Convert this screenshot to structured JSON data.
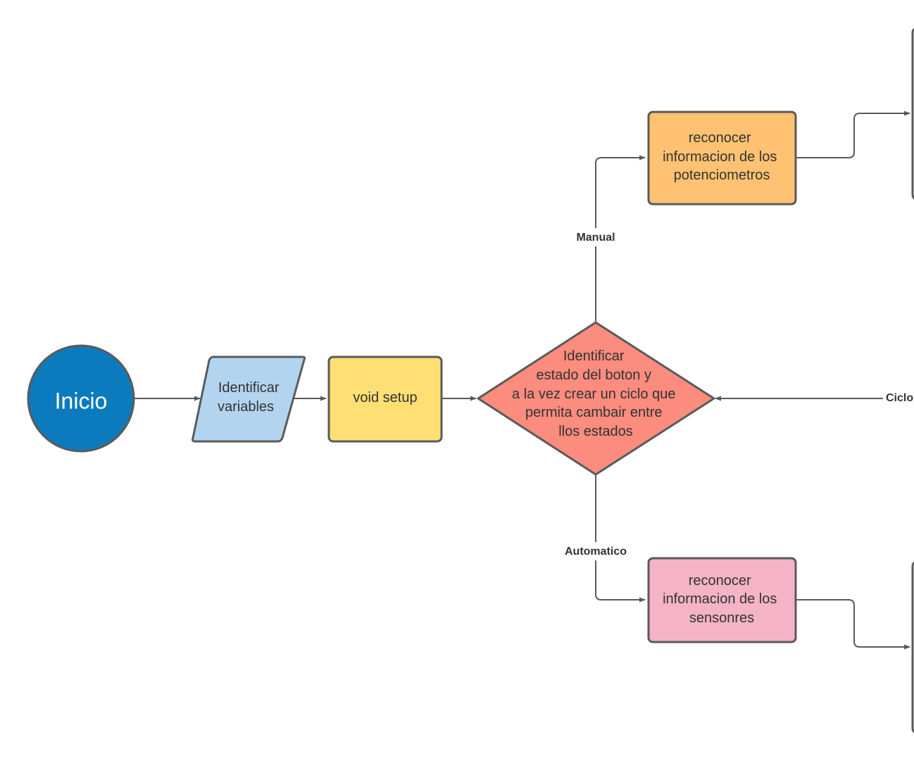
{
  "nodes": {
    "inicio": {
      "label": "Inicio",
      "color": "#0c7bbd"
    },
    "identificar_variables": {
      "lines": [
        "Identificar",
        "variables"
      ],
      "color": "#b3d4ef"
    },
    "void_setup": {
      "label": "void setup",
      "color": "#fedf74"
    },
    "decision": {
      "lines": [
        "Identificar",
        "estado del boton y",
        "a la vez crear un ciclo que",
        "permita cambair entre",
        "llos estados"
      ],
      "color": "#fb8c7e"
    },
    "potenciometros": {
      "lines": [
        "reconocer",
        "informacion de los",
        "potenciometros"
      ],
      "color": "#fec272"
    },
    "sensores": {
      "lines": [
        "reconocer",
        "informacion de los",
        "sensonres"
      ],
      "color": "#f4b3c6"
    }
  },
  "edges": {
    "manual": "Manual",
    "automatico": "Automatico",
    "ciclo": "Ciclo"
  },
  "colors": {
    "stroke": "#5a5a5a",
    "text": "#333333",
    "background": "#ffffff"
  }
}
